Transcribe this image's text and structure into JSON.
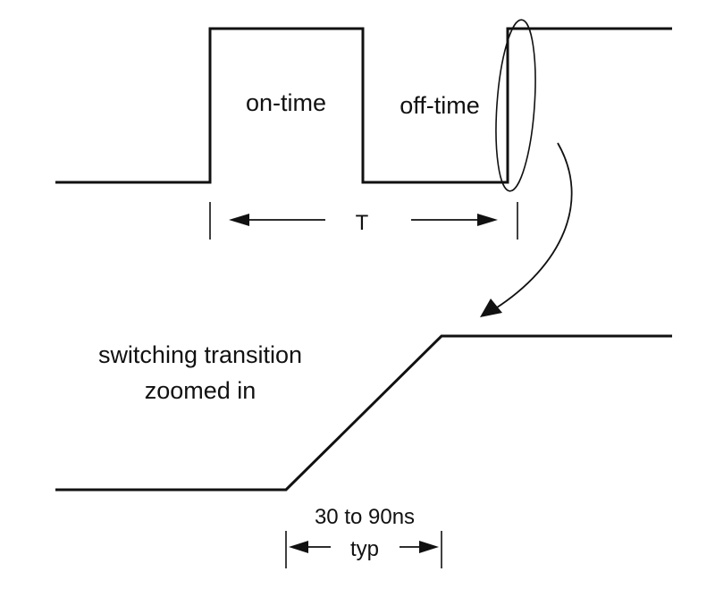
{
  "labels": {
    "on_time": "on-time",
    "off_time": "off-time",
    "period": "T",
    "zoom_caption_line1": "switching transition",
    "zoom_caption_line2": "zoomed in",
    "transition_time_line1": "30 to 90ns",
    "transition_time_line2": "typ"
  },
  "colors": {
    "ink": "#111111",
    "background": "#ffffff"
  }
}
